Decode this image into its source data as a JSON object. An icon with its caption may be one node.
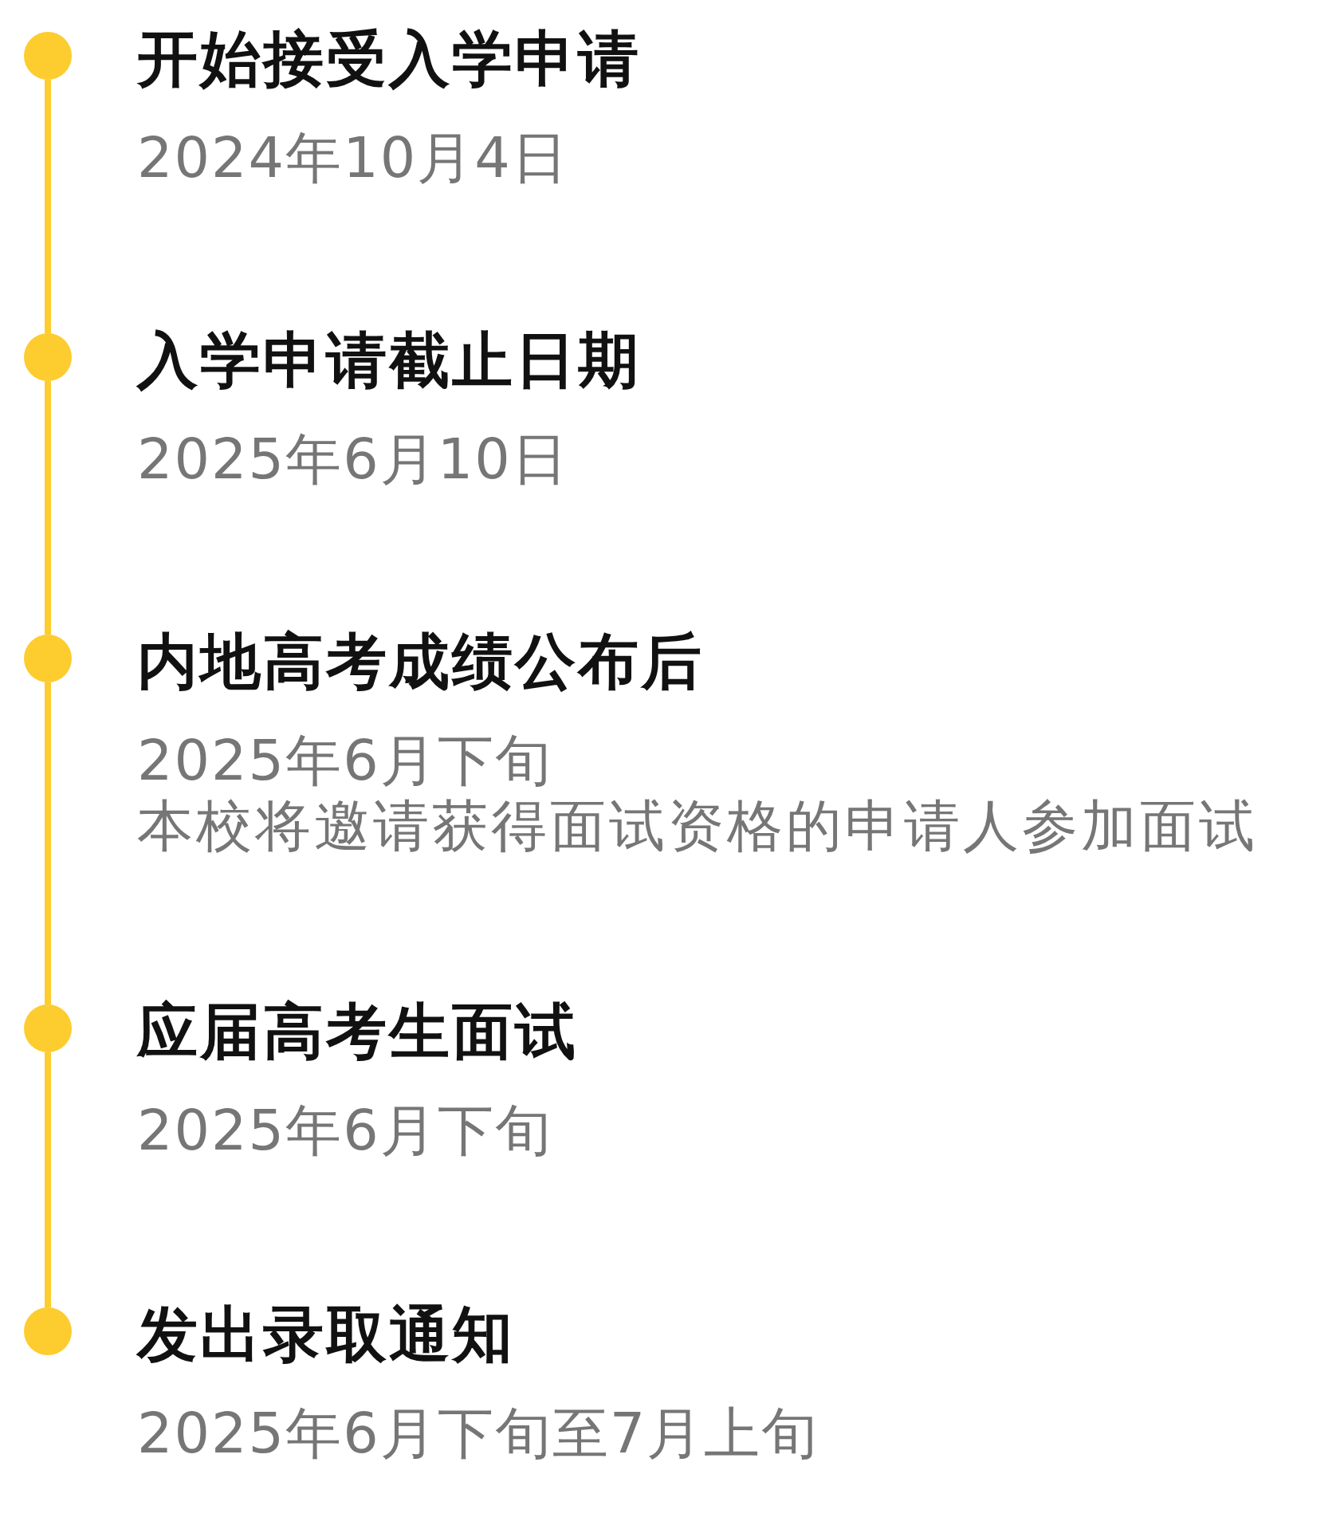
{
  "diagram": {
    "nodes": [
      {
        "text": [],
        "shape": "circle",
        "beside": [
          "开始接受入学申请",
          "2024年10月4日"
        ]
      },
      {
        "text": [],
        "shape": "circle",
        "beside": [
          "入学申请截止日期",
          "2025年6月10日"
        ]
      },
      {
        "text": [],
        "shape": "circle",
        "beside": [
          "内地高考成绩公布后",
          "2025年6月下旬",
          "本校将邀请获得面试资格的申请人参加面试"
        ]
      },
      {
        "text": [],
        "shape": "circle",
        "beside": [
          "应届高考生面试",
          "2025年6月下旬"
        ]
      },
      {
        "text": [],
        "shape": "circle",
        "beside": [
          "发出录取通知",
          "2025年6月下旬至7月上旬"
        ]
      }
    ],
    "edges": [
      {
        "from": 0,
        "to": 1,
        "arrow": "none"
      },
      {
        "from": 1,
        "to": 2,
        "arrow": "none"
      },
      {
        "from": 2,
        "to": 3,
        "arrow": "none"
      },
      {
        "from": 3,
        "to": 4,
        "arrow": "none"
      }
    ]
  }
}
